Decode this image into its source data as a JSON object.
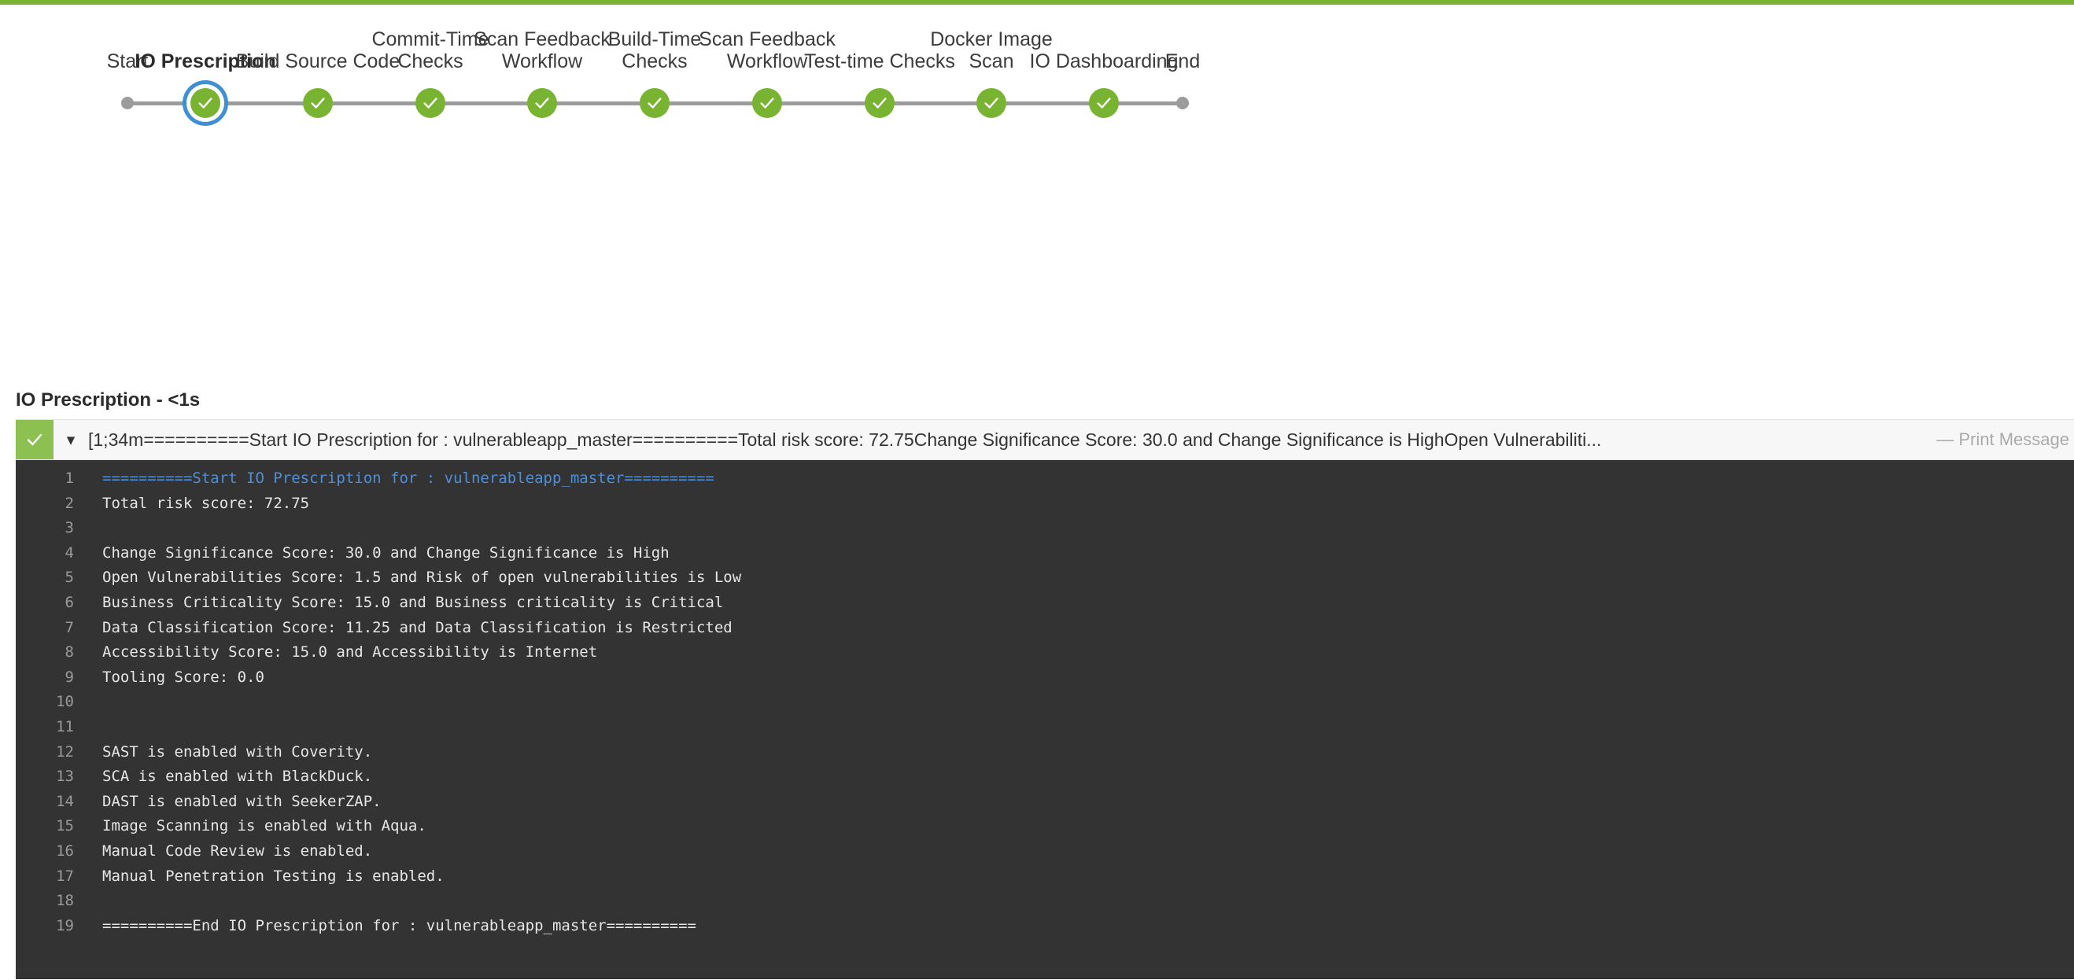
{
  "theme": {
    "accent_green": "#78b431",
    "node_green": "#8cc152",
    "selected_blue": "#3f8fd2",
    "track_grey": "#9c9c9c",
    "console_bg": "#333333",
    "log_accent_blue": "#4f8fd8"
  },
  "pipeline": {
    "stages": [
      {
        "label": "Start",
        "type": "endpoint",
        "state": "idle",
        "selected": false
      },
      {
        "label": "IO Prescription",
        "type": "stage",
        "state": "success",
        "selected": true
      },
      {
        "label": "Build Source Code",
        "type": "stage",
        "state": "success",
        "selected": false
      },
      {
        "label": "Commit-Time\nChecks",
        "type": "stage",
        "state": "success",
        "selected": false
      },
      {
        "label": "Scan Feedback\nWorkflow",
        "type": "stage",
        "state": "success",
        "selected": false
      },
      {
        "label": "Build-Time\nChecks",
        "type": "stage",
        "state": "success",
        "selected": false
      },
      {
        "label": "Scan Feedback\nWorkflow",
        "type": "stage",
        "state": "success",
        "selected": false
      },
      {
        "label": "Test-time Checks",
        "type": "stage",
        "state": "success",
        "selected": false
      },
      {
        "label": "Docker Image\nScan",
        "type": "stage",
        "state": "success",
        "selected": false
      },
      {
        "label": "IO Dashboarding",
        "type": "stage",
        "state": "success",
        "selected": false
      },
      {
        "label": "End",
        "type": "endpoint",
        "state": "idle",
        "selected": false
      }
    ]
  },
  "step": {
    "title": "IO Prescription - <1s",
    "name": "IO Prescription",
    "duration": "<1s"
  },
  "console": {
    "status_icon": "check-icon",
    "caret_icon": "chevron-down-icon",
    "summary": "[1;34m==========Start IO Prescription for : vulnerableapp_master==========Total risk score: 72.75Change Significance Score: 30.0 and Change Significance is HighOpen Vulnerabiliti...",
    "action_label": "— Print Message",
    "lines": [
      {
        "n": "1",
        "text": "==========Start IO Prescription for : vulnerableapp_master==========",
        "style": "accent"
      },
      {
        "n": "2",
        "text": "Total risk score: 72.75",
        "style": "normal"
      },
      {
        "n": "3",
        "text": "",
        "style": "normal"
      },
      {
        "n": "4",
        "text": "Change Significance Score: 30.0 and Change Significance is High",
        "style": "normal"
      },
      {
        "n": "5",
        "text": "Open Vulnerabilities Score: 1.5 and Risk of open vulnerabilities is Low",
        "style": "normal"
      },
      {
        "n": "6",
        "text": "Business Criticality Score: 15.0 and Business criticality is Critical",
        "style": "normal"
      },
      {
        "n": "7",
        "text": "Data Classification Score: 11.25 and Data Classification is Restricted",
        "style": "normal"
      },
      {
        "n": "8",
        "text": "Accessibility Score: 15.0 and Accessibility is Internet",
        "style": "normal"
      },
      {
        "n": "9",
        "text": "Tooling Score: 0.0",
        "style": "normal"
      },
      {
        "n": "10",
        "text": "",
        "style": "normal"
      },
      {
        "n": "11",
        "text": "",
        "style": "normal"
      },
      {
        "n": "12",
        "text": "SAST is enabled with Coverity.",
        "style": "normal"
      },
      {
        "n": "13",
        "text": "SCA is enabled with BlackDuck.",
        "style": "normal"
      },
      {
        "n": "14",
        "text": "DAST is enabled with SeekerZAP.",
        "style": "normal"
      },
      {
        "n": "15",
        "text": "Image Scanning is enabled with Aqua.",
        "style": "normal"
      },
      {
        "n": "16",
        "text": "Manual Code Review is enabled.",
        "style": "normal"
      },
      {
        "n": "17",
        "text": "Manual Penetration Testing is enabled.",
        "style": "normal"
      },
      {
        "n": "18",
        "text": "",
        "style": "normal"
      },
      {
        "n": "19",
        "text": "==========End IO Prescription for : vulnerableapp_master==========",
        "style": "normal"
      }
    ]
  }
}
